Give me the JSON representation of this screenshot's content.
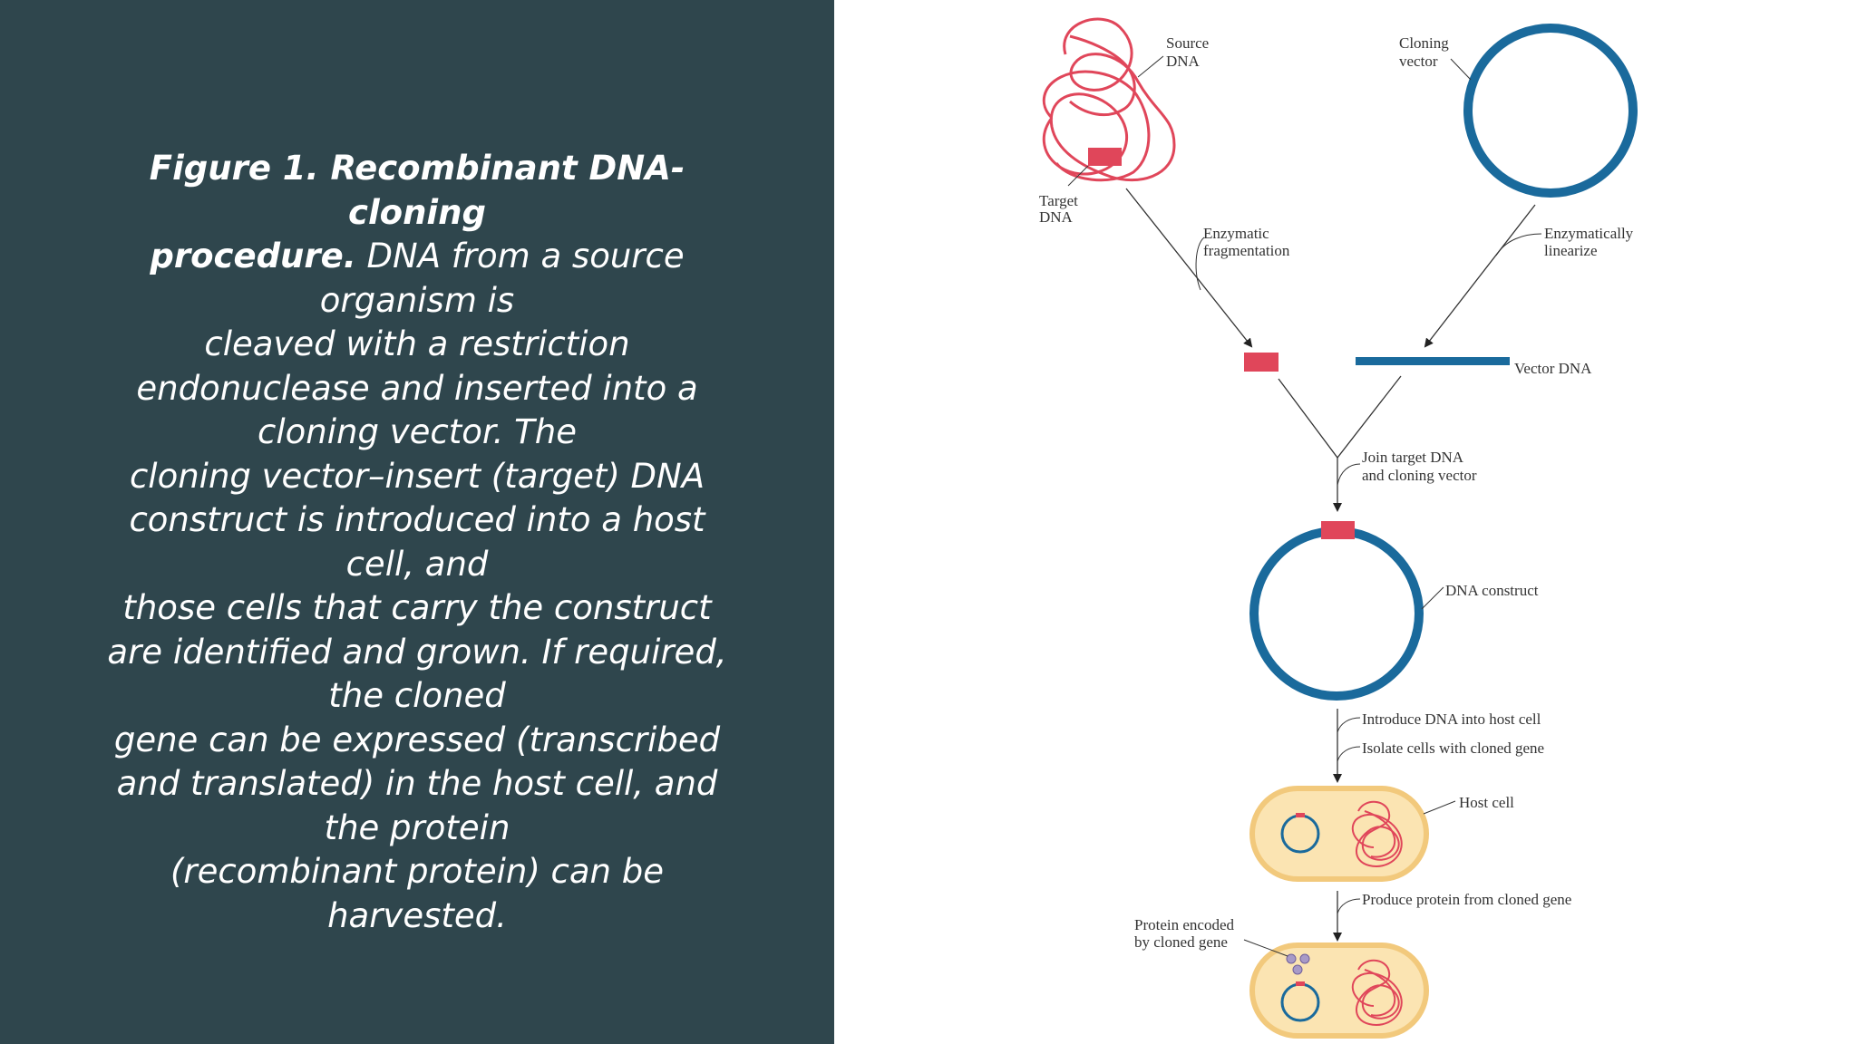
{
  "caption": {
    "title_line1": "Figure 1. Recombinant DNA-cloning",
    "title_line2": "procedure.",
    "body_line2_rest": " DNA from a source",
    "lines": [
      "organism is",
      "cleaved with a restriction",
      "endonuclease and inserted into a",
      "cloning vector. The",
      "cloning vector–insert (target) DNA",
      "construct is introduced into a host",
      "cell, and",
      "those cells that carry the construct",
      "are identified and grown. If required,",
      "the cloned",
      "gene can be expressed (transcribed",
      "and translated) in the host cell, and",
      "the protein",
      "(recombinant protein) can be",
      "harvested."
    ]
  },
  "diagram": {
    "labels": {
      "source_dna_1": "Source",
      "source_dna_2": "DNA",
      "target_dna_1": "Target",
      "target_dna_2": "DNA",
      "cloning_vector_1": "Cloning",
      "cloning_vector_2": "vector",
      "enzymatic_fragmentation_1": "Enzymatic",
      "enzymatic_fragmentation_2": "fragmentation",
      "enzymatically_linearize_1": "Enzymatically",
      "enzymatically_linearize_2": "linearize",
      "vector_dna": "Vector DNA",
      "join_1": "Join target DNA",
      "join_2": "and cloning vector",
      "dna_construct": "DNA construct",
      "introduce_dna": "Introduce DNA into host cell",
      "isolate_cells": "Isolate cells with cloned gene",
      "host_cell": "Host cell",
      "produce_protein": "Produce protein from cloned gene",
      "protein_encoded_1": "Protein encoded",
      "protein_encoded_2": "by cloned gene"
    },
    "colors": {
      "dna_red": "#e0465a",
      "vector_blue": "#1a6a9c",
      "cell_fill": "#fbe4b2",
      "cell_edge": "#f2c97c",
      "protein": "#a89ac7",
      "panel_bg": "#2f464d"
    }
  }
}
